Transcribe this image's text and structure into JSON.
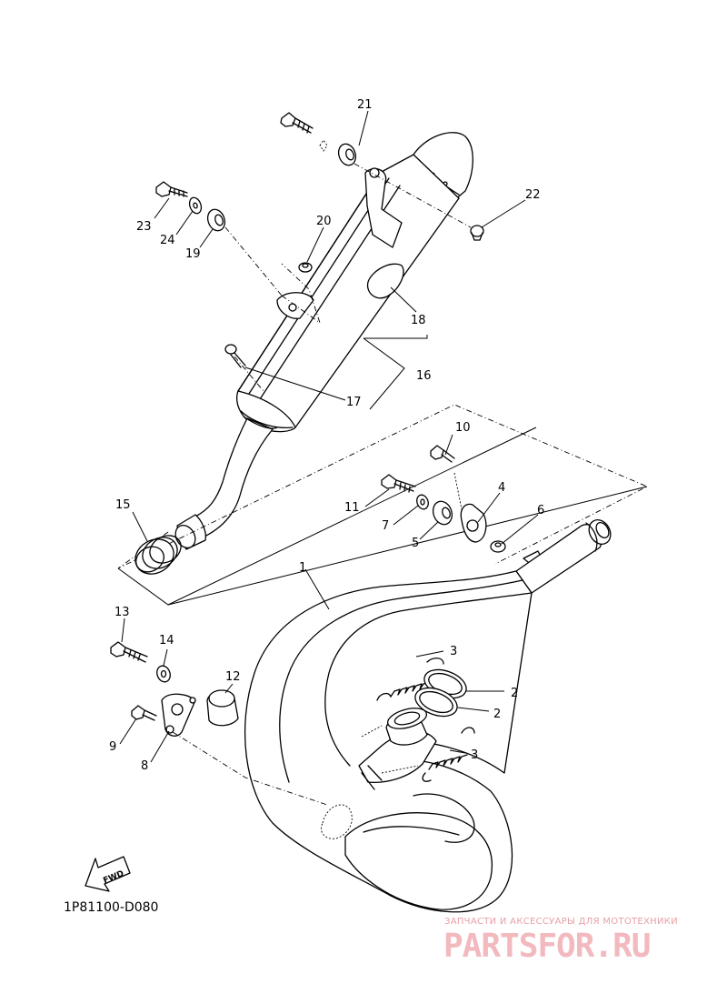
{
  "diagram": {
    "callouts": {
      "c1": "1",
      "c2a": "2",
      "c2b": "2",
      "c3a": "3",
      "c3b": "3",
      "c4": "4",
      "c5": "5",
      "c6": "6",
      "c7": "7",
      "c8": "8",
      "c9": "9",
      "c10": "10",
      "c11": "11",
      "c12": "12",
      "c13": "13",
      "c14": "14",
      "c15": "15",
      "c16": "16",
      "c17": "17",
      "c18": "18",
      "c19": "19",
      "c20": "20",
      "c21": "21",
      "c22": "22",
      "c23": "23",
      "c24": "24"
    },
    "fwd_label": "FWD",
    "drawing_code": "1P81100-D080"
  },
  "watermark": {
    "tagline": "ЗАПЧАСТИ И АКСЕССУАРЫ ДЛЯ МОТОТЕХНИКИ",
    "logo": "PARTSFOR.RU",
    "color": "#f2b9bf"
  }
}
